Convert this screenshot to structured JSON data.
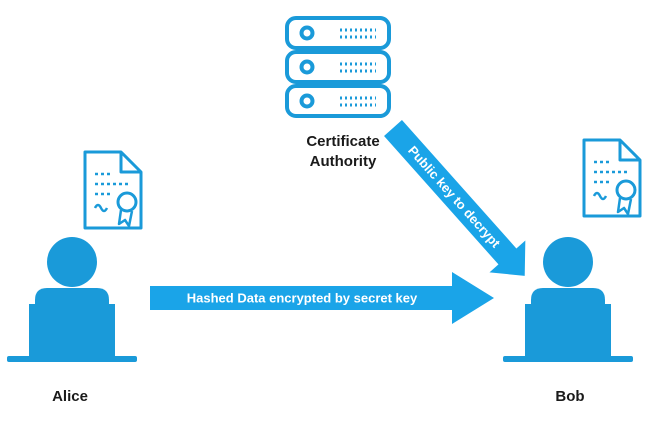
{
  "diagram": {
    "nodes": {
      "certificate_authority": {
        "label_line1": "Certificate",
        "label_line2": "Authority",
        "icon": "server-stack-icon"
      },
      "alice": {
        "label": "Alice",
        "icon": "user-at-laptop-icon",
        "document_icon": "certificate-document-icon"
      },
      "bob": {
        "label": "Bob",
        "icon": "user-at-laptop-icon",
        "document_icon": "certificate-document-icon"
      }
    },
    "edges": {
      "alice_to_bob": {
        "label": "Hashed Data encrypted by secret key"
      },
      "ca_to_bob": {
        "label": "Public key to decrypt"
      }
    }
  },
  "colors": {
    "accent": "#1a9ad9",
    "arrow": "#1aa4e8",
    "text": "#1a1a1a"
  }
}
